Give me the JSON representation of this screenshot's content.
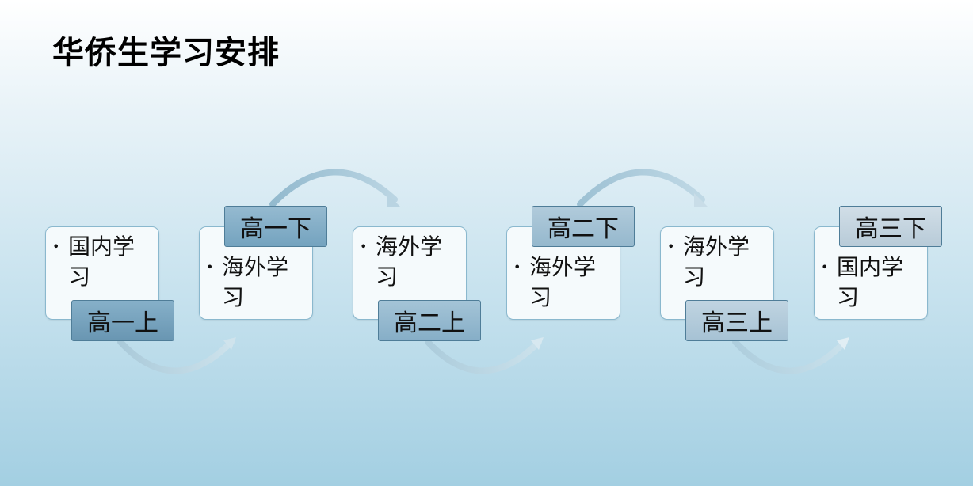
{
  "title": "华侨生学习安排",
  "steps": [
    {
      "label": "高一上",
      "content": "国内学习",
      "bullet": "•"
    },
    {
      "label": "高一下",
      "content": "海外学习",
      "bullet": "•"
    },
    {
      "label": "高二上",
      "content": "海外学习",
      "bullet": "•"
    },
    {
      "label": "高二下",
      "content": "海外学习",
      "bullet": "•"
    },
    {
      "label": "高三上",
      "content": "海外学习",
      "bullet": "•"
    },
    {
      "label": "高三下",
      "content": "国内学习",
      "bullet": "•"
    }
  ],
  "colors": {
    "tag_1": "#6e9fbb",
    "tag_2": "#7aa9c3",
    "tag_3": "#8db4cb",
    "tag_4": "#9dbfd3",
    "tag_5": "#b0c9d8",
    "tag_6": "#c3d4df",
    "arrow": "#8fb7cc"
  }
}
